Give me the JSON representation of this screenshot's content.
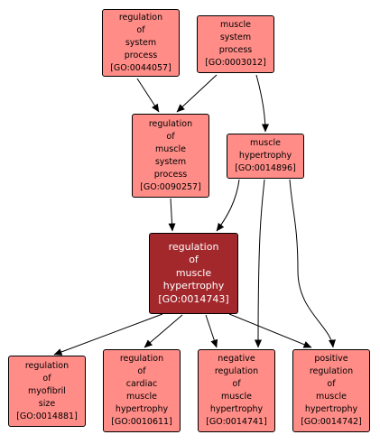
{
  "colors": {
    "node_fill": "#ff8c87",
    "focus_fill": "#a3282c",
    "focus_text": "#ffffff",
    "edge": "#000000"
  },
  "nodes": {
    "n0044057": {
      "lines": [
        "regulation",
        "of",
        "system",
        "process",
        "[GO:0044057]"
      ]
    },
    "n0003012": {
      "lines": [
        "muscle",
        "system",
        "process",
        "[GO:0003012]"
      ]
    },
    "n0090257": {
      "lines": [
        "regulation",
        "of",
        "muscle",
        "system",
        "process",
        "[GO:0090257]"
      ]
    },
    "n0014896": {
      "lines": [
        "muscle",
        "hypertrophy",
        "[GO:0014896]"
      ]
    },
    "n0014743": {
      "lines": [
        "regulation",
        "of",
        "muscle",
        "hypertrophy",
        "[GO:0014743]"
      ]
    },
    "n0014881": {
      "lines": [
        "regulation",
        "of",
        "myofibril",
        "size",
        "[GO:0014881]"
      ]
    },
    "n0010611": {
      "lines": [
        "regulation",
        "of",
        "cardiac",
        "muscle",
        "hypertrophy",
        "[GO:0010611]"
      ]
    },
    "n0014741": {
      "lines": [
        "negative",
        "regulation",
        "of",
        "muscle",
        "hypertrophy",
        "[GO:0014741]"
      ]
    },
    "n0014742": {
      "lines": [
        "positive",
        "regulation",
        "of",
        "muscle",
        "hypertrophy",
        "[GO:0014742]"
      ]
    }
  }
}
